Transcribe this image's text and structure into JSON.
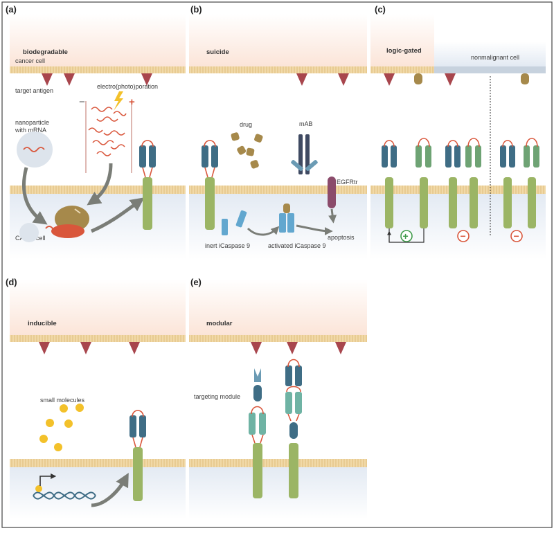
{
  "panels": {
    "a": {
      "letter": "(a)",
      "title": "biodegradable",
      "cancer_cell": "cancer cell",
      "target_antigen": "target antigen",
      "electroporation": "electro(photo)poration",
      "minus": "−",
      "plus": "+",
      "nanoparticle_line1": "nanoparticle",
      "nanoparticle_line2": "with mRNA",
      "cart_cell": "CAR-T cell"
    },
    "b": {
      "letter": "(b)",
      "title": "suicide",
      "drug": "drug",
      "mab": "mAB",
      "egfrtr": "EGFRtr",
      "apoptosis": "apoptosis",
      "inert": "inert iCaspase 9",
      "activated": "activated iCaspase 9"
    },
    "c": {
      "letter": "(c)",
      "title": "logic-gated",
      "nonmalignant": "nonmalignant cell",
      "plus_sign": "+",
      "minus_sign": "−"
    },
    "d": {
      "letter": "(d)",
      "title": "inducible",
      "small_molecules": "small molecules"
    },
    "e": {
      "letter": "(e)",
      "title": "modular",
      "targeting_module": "targeting module"
    }
  },
  "colors": {
    "tumor_bg": "#fbe7dd",
    "tcell_bg": "#dde6f1",
    "membrane": "#f1d7a6",
    "antigen": "#a8464d",
    "car_blue": "#3f6d85",
    "car_green_stalk": "#9bb565",
    "car_green_head": "#6ea374",
    "hinge": "#d9563b",
    "arrow_grey": "#7a7d77",
    "drug": "#a6894b",
    "mab": "#3f4a62",
    "egfrtr": "#8b4b6b",
    "caspase": "#62a7cf",
    "molecule": "#f3c12a",
    "dna": "#3f6d85",
    "ribosome": "#a6894b",
    "rna": "#d9563b",
    "nonmalignant_bg": "#dde6f1",
    "plus_green": "#3f9a4a",
    "minus_red": "#d9563b"
  },
  "icons": [
    "antigen-triangle-icon",
    "car-receptor-icon",
    "ribosome-icon",
    "lightning-icon",
    "antibody-icon",
    "caspase-icon",
    "dna-icon",
    "promoter-arrow-icon"
  ]
}
